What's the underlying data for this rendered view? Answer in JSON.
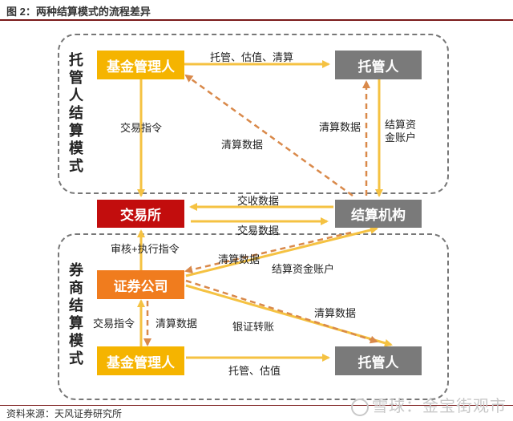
{
  "figure": {
    "title": "图 2：两种结算模式的流程差异",
    "source": "资料来源：天风证券研究所",
    "watermark": "雪球：金宝街观市"
  },
  "regions": {
    "custodian_mode": "托管人结算模式",
    "broker_mode": "券商结算模式"
  },
  "nodes": {
    "fund_manager_top": "基金管理人",
    "custodian_top": "托管人",
    "exchange": "交易所",
    "clearing_house": "结算机构",
    "securities_company": "证券公司",
    "fund_manager_bottom": "基金管理人",
    "custodian_bottom": "托管人"
  },
  "edges": {
    "fm_to_custodian_top": "托管、估值、清算",
    "trade_instruction_top": "交易指令",
    "clearing_data_diag_top": "清算数据",
    "clearing_data_ch_to_custodian": "清算数据",
    "settlement_account_top": "结算资金账户",
    "delivery_data": "交收数据",
    "trade_data": "交易数据",
    "review_execute": "审核+执行指令",
    "clearing_data_ch_to_sc": "清算数据",
    "settlement_account_bottom": "结算资金账户",
    "trade_instruction_bottom": "交易指令",
    "clearing_data_sc_to_fm": "清算数据",
    "clearing_data_sc_to_custodian": "清算数据",
    "bank_securities_transfer": "银证转账",
    "fm_to_custodian_bottom": "托管、估值"
  },
  "colors": {
    "yellow_box": "#f5b400",
    "gray_box": "#7a7a7a",
    "red_box": "#c20d0d",
    "orange_box": "#f07c1e",
    "solid_arrow": "#f5c242",
    "dashed_arrow": "#d9894a",
    "title_rule": "#7a1a1a"
  },
  "icons": {
    "watermark_logo": "snowball-logo-icon"
  }
}
